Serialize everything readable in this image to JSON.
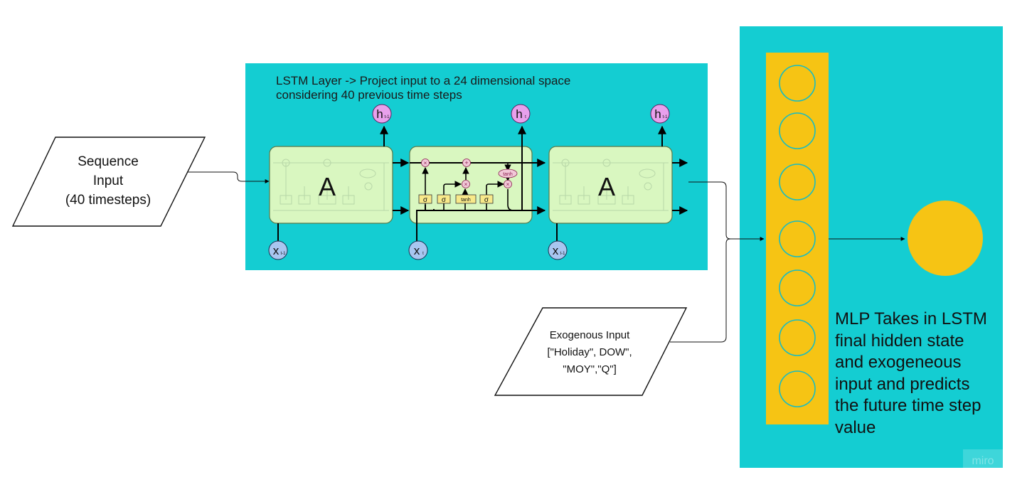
{
  "sequence_input": {
    "lines": [
      "Sequence",
      "Input",
      "(40 timesteps)"
    ]
  },
  "lstm_layer": {
    "title_lines": [
      "LSTM Layer -> Project input to a 24 dimensional space",
      "considering 40 previous time steps"
    ],
    "cell_label": "A",
    "inputs": [
      "x",
      "x",
      "x"
    ],
    "input_subscripts": [
      "t-1",
      "t",
      "t-1"
    ],
    "outputs": [
      "h",
      "h",
      "h"
    ],
    "output_subscripts": [
      "t-1",
      "t",
      "t-1"
    ],
    "gate_labels": [
      "σ",
      "σ",
      "tanh",
      "σ"
    ],
    "op_multiply": "×",
    "op_add": "+",
    "op_tanh": "tanh"
  },
  "exogenous_input": {
    "lines": [
      "Exogenous Input",
      "[\"Holiday\", DOW\",",
      "\"MOY\",\"Q\"]"
    ]
  },
  "mlp": {
    "neuron_count": 7,
    "caption_lines": [
      "MLP Takes in LSTM",
      "final hidden state",
      "and  exogeneous",
      "input and predicts",
      "the future time step",
      "value"
    ]
  },
  "watermark": "miro",
  "colors": {
    "panel": "#14cdd2",
    "neuron": "#f6c414",
    "cell_fill": "#d9f7c0",
    "gate_fill": "#f8e98a",
    "io_node": "#a8c6f0",
    "output_node": "#e8a0ec"
  }
}
